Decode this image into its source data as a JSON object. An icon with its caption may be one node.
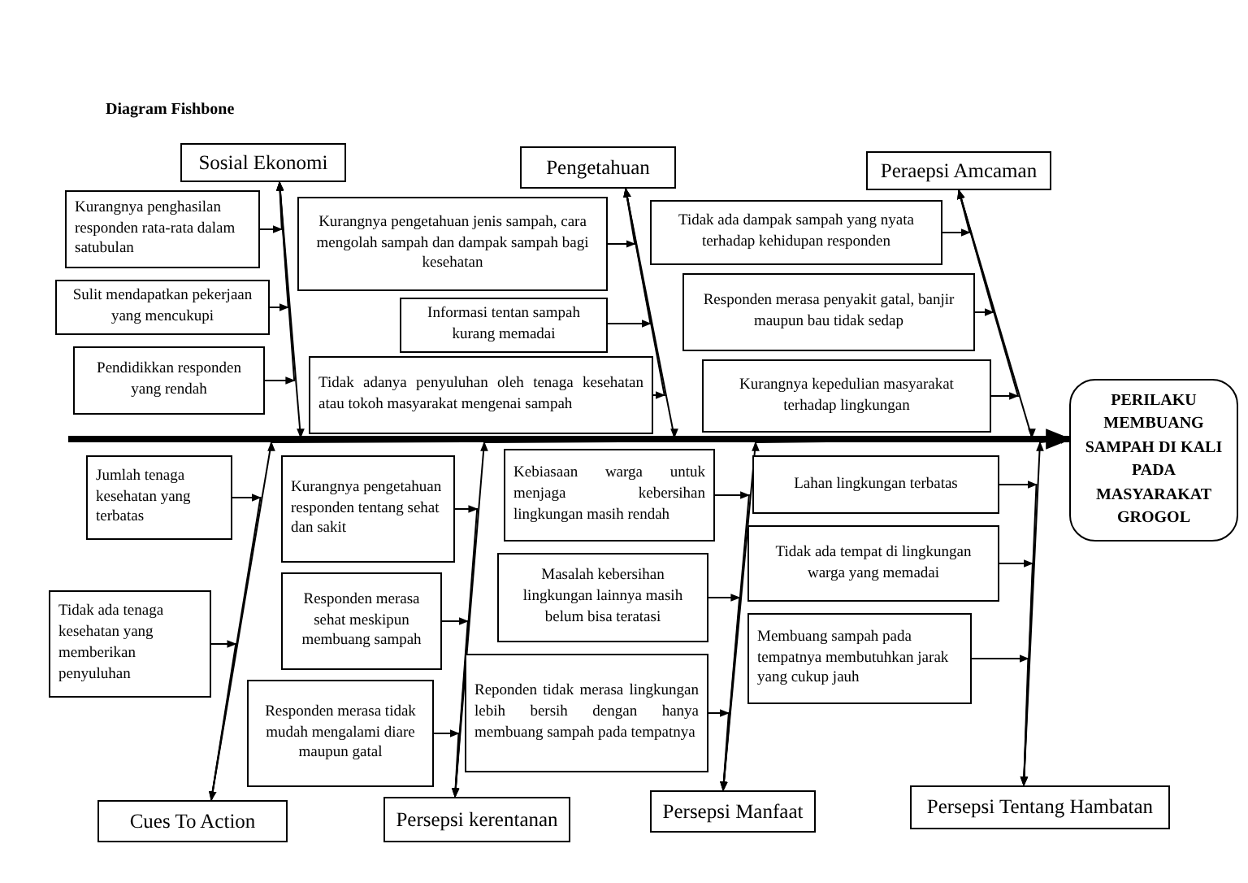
{
  "diagram": {
    "title": "Diagram Fishbone",
    "nodes": [
      {
        "text": [
          "Sosial Ekonomi"
        ]
      },
      {
        "text": [
          "Kurangnya penghasilan responden rata-rata dalam satubulan"
        ]
      },
      {
        "text": [
          "Sulit mendapatkan pekerjaan yang mencukupi"
        ]
      },
      {
        "text": [
          "Pendidikkan responden yang rendah"
        ]
      },
      {
        "text": [
          "Pengetahuan"
        ]
      },
      {
        "text": [
          "Kurangnya pengetahuan jenis sampah, cara mengolah sampah dan dampak sampah bagi kesehatan"
        ]
      },
      {
        "text": [
          "Informasi tentan sampah kurang memadai"
        ]
      },
      {
        "text": [
          "Tidak adanya penyuluhan oleh tenaga kesehatan atau tokoh masyarakat mengenai sampah"
        ]
      },
      {
        "text": [
          "Peraepsi Amcaman"
        ]
      },
      {
        "text": [
          "Tidak ada dampak sampah yang nyata terhadap kehidupan responden"
        ]
      },
      {
        "text": [
          "Responden merasa penyakit gatal, banjir maupun bau tidak sedap"
        ]
      },
      {
        "text": [
          "Kurangnya kepedulian masyarakat terhadap lingkungan"
        ]
      },
      {
        "text": [
          "PERILAKU MEMBUANG SAMPAH DI KALI PADA MASYARAKAT GROGOL"
        ]
      },
      {
        "text": [
          "Jumlah tenaga kesehatan yang terbatas"
        ]
      },
      {
        "text": [
          "Tidak ada tenaga kesehatan yang memberikan penyuluhan"
        ]
      },
      {
        "text": [
          "Cues To Action"
        ]
      },
      {
        "text": [
          "Kurangnya pengetahuan responden tentang sehat dan sakit"
        ]
      },
      {
        "text": [
          "Responden merasa sehat meskipun membuang sampah"
        ]
      },
      {
        "text": [
          "Responden merasa tidak mudah mengalami diare maupun gatal"
        ]
      },
      {
        "text": [
          "Persepsi kerentanan"
        ]
      },
      {
        "text": [
          "Kebiasaan warga untuk menjaga kebersihan lingkungan masih rendah"
        ]
      },
      {
        "text": [
          "Masalah kebersihan lingkungan lainnya masih belum bisa teratasi"
        ]
      },
      {
        "text": [
          "Reponden tidak merasa lingkungan lebih bersih dengan hanya membuang sampah pada tempatnya"
        ]
      },
      {
        "text": [
          "Persepsi Manfaat"
        ]
      },
      {
        "text": [
          "Lahan lingkungan terbatas"
        ]
      },
      {
        "text": [
          "Tidak ada tempat di lingkungan warga yang memadai"
        ]
      },
      {
        "text": [
          "Membuang sampah pada tempatnya membutuhkan jarak yang cukup jauh"
        ]
      },
      {
        "text": [
          "Persepsi Tentang Hambatan"
        ]
      }
    ],
    "edges": [
      {
        "from": 1,
        "to": 0,
        "arrow": "to"
      },
      {
        "from": 2,
        "to": 0,
        "arrow": "to"
      },
      {
        "from": 3,
        "to": 0,
        "arrow": "to"
      },
      {
        "from": 0,
        "to": 12,
        "arrow": "to"
      },
      {
        "from": 5,
        "to": 4,
        "arrow": "to"
      },
      {
        "from": 6,
        "to": 4,
        "arrow": "to"
      },
      {
        "from": 7,
        "to": 4,
        "arrow": "to"
      },
      {
        "from": 4,
        "to": 12,
        "arrow": "to"
      },
      {
        "from": 9,
        "to": 8,
        "arrow": "to"
      },
      {
        "from": 10,
        "to": 8,
        "arrow": "to"
      },
      {
        "from": 11,
        "to": 8,
        "arrow": "to"
      },
      {
        "from": 8,
        "to": 12,
        "arrow": "to"
      },
      {
        "from": null,
        "to": 12,
        "arrow": "to",
        "style": "thick"
      },
      {
        "from": 13,
        "to": 15,
        "arrow": "to"
      },
      {
        "from": 14,
        "to": 15,
        "arrow": "to"
      },
      {
        "from": 15,
        "to": 12,
        "arrow": "to"
      },
      {
        "from": 16,
        "to": 19,
        "arrow": "to"
      },
      {
        "from": 17,
        "to": 19,
        "arrow": "to"
      },
      {
        "from": 18,
        "to": 19,
        "arrow": "to"
      },
      {
        "from": 19,
        "to": 12,
        "arrow": "to"
      },
      {
        "from": 20,
        "to": 23,
        "arrow": "to"
      },
      {
        "from": 21,
        "to": 23,
        "arrow": "to"
      },
      {
        "from": 22,
        "to": 23,
        "arrow": "to"
      },
      {
        "from": 23,
        "to": 12,
        "arrow": "to"
      },
      {
        "from": 24,
        "to": 27,
        "arrow": "to"
      },
      {
        "from": 25,
        "to": 27,
        "arrow": "to"
      },
      {
        "from": 26,
        "to": 27,
        "arrow": "to"
      },
      {
        "from": 27,
        "to": 12,
        "arrow": "to"
      }
    ]
  }
}
